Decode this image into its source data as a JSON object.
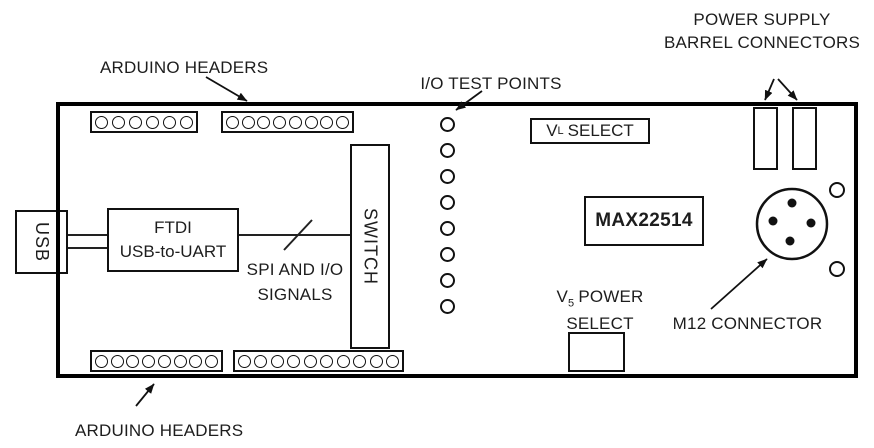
{
  "diagram": {
    "labels": {
      "arduino_headers_top": "ARDUINO HEADERS",
      "arduino_headers_bottom": "ARDUINO HEADERS",
      "io_test_points": "I/O TEST POINTS",
      "power_supply_line1": "POWER SUPPLY",
      "power_supply_line2": "BARREL CONNECTORS",
      "m12_connector": "M12 CONNECTOR",
      "spi_signals_line1": "SPI AND I/O",
      "spi_signals_line2": "SIGNALS"
    },
    "blocks": {
      "usb": "USB",
      "ftdi_line1": "FTDI",
      "ftdi_line2": "USB-to-UART",
      "switch": "SWITCH",
      "part_number": "MAX22514",
      "vl_select": {
        "prefix": "V",
        "sub": "L",
        "rest": "SELECT"
      },
      "v5_power": {
        "prefix": "V",
        "sub": "5",
        "rest": "POWER",
        "line2": "SELECT"
      }
    },
    "board": {
      "headers": {
        "top_left_pins": 6,
        "top_right_pins": 8,
        "bottom_left_pins": 8,
        "bottom_right_pins": 10
      },
      "io_test_points_count": 8,
      "m12_pin_count": 4,
      "barrel_connector_count": 2
    },
    "colors": {
      "line": "#111111",
      "background": "#ffffff",
      "text": "#1d1d1d"
    }
  }
}
